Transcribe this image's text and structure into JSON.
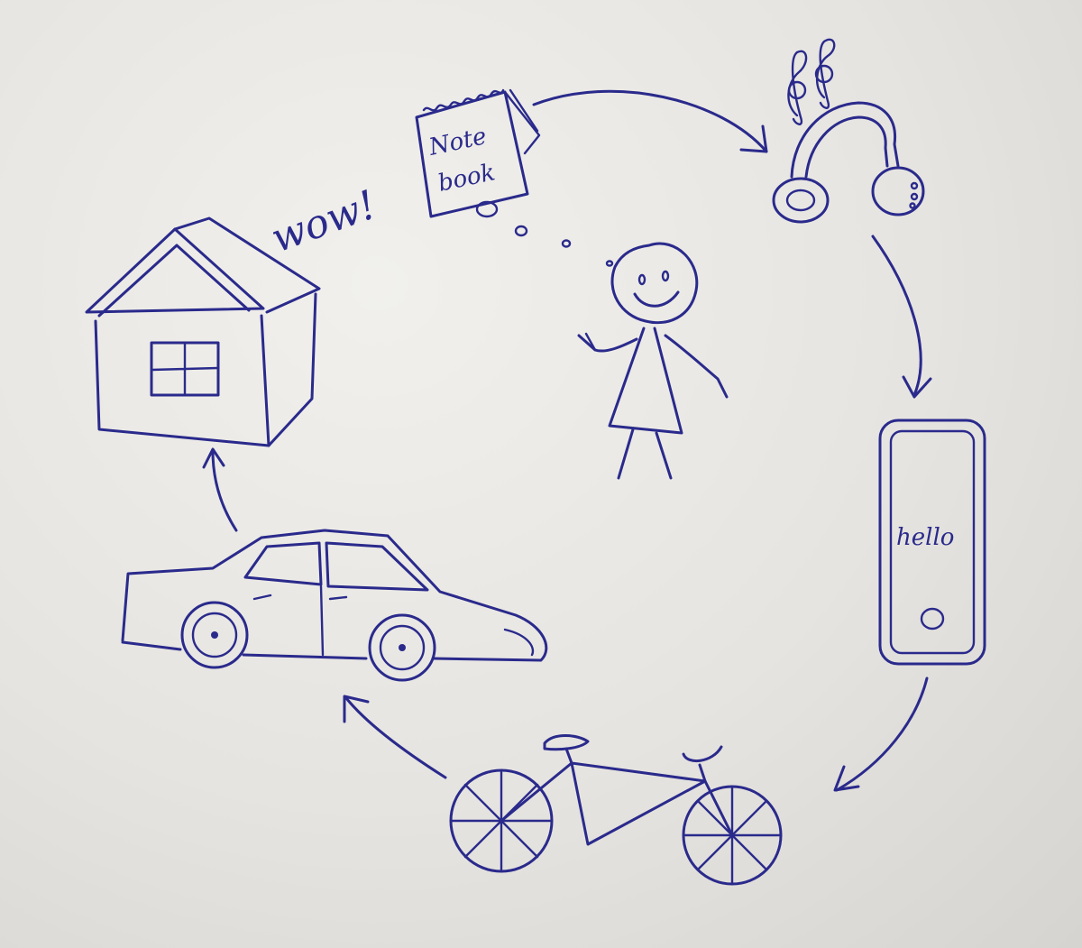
{
  "ink_color": "#2a2a8c",
  "paper_color": "#e6e4e0",
  "labels": {
    "wow": "wow!",
    "notebook_line1": "Note",
    "notebook_line2": "book",
    "phone_screen": "hello"
  },
  "icons": [
    "notebook-icon",
    "headphones-icon",
    "music-notes-icon",
    "smartphone-icon",
    "bicycle-icon",
    "car-icon",
    "house-icon",
    "stick-figure-icon",
    "thought-bubbles-icon"
  ]
}
